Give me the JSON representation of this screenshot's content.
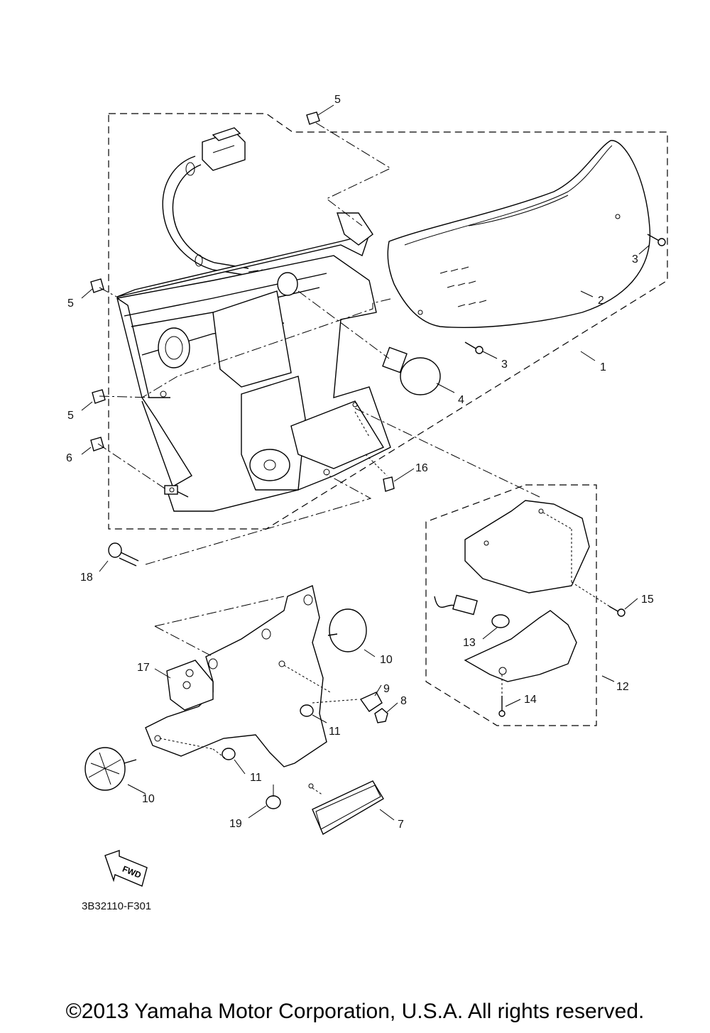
{
  "diagram": {
    "callouts": {
      "c1": "1",
      "c2": "2",
      "c3a": "3",
      "c3b": "3",
      "c4": "4",
      "c5a": "5",
      "c5b": "5",
      "c5c": "5",
      "c6": "6",
      "c7": "7",
      "c8": "8",
      "c9": "9",
      "c10a": "10",
      "c10b": "10",
      "c11a": "11",
      "c11b": "11",
      "c12": "12",
      "c13": "13",
      "c14": "14",
      "c15": "15",
      "c16": "16",
      "c17": "17",
      "c18": "18",
      "c19": "19"
    },
    "fwd_label": "FWD",
    "drawing_code": "3B32110-F301"
  },
  "copyright": "©2013 Yamaha Motor Corporation, U.S.A. All rights reserved."
}
